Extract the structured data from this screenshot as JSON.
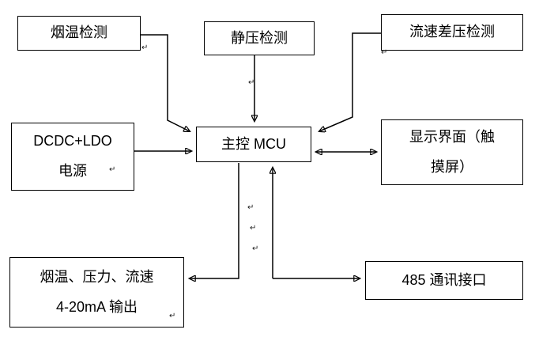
{
  "diagram": {
    "title": "MCU block diagram",
    "colors": {
      "stroke": "#000000",
      "background": "#ffffff",
      "text": "#000000"
    },
    "nodes": {
      "smoke_temp": {
        "label": "烟温检测"
      },
      "static_pressure": {
        "label": "静压检测"
      },
      "flow_diff_pressure": {
        "label": "流速差压检测"
      },
      "power": {
        "label": "DCDC+LDO\n电源"
      },
      "mcu": {
        "label": "主控 MCU"
      },
      "display": {
        "label": "显示界面（触\n摸屏）"
      },
      "analog_output": {
        "label": "烟温、压力、流速\n4-20mA 输出"
      },
      "rs485": {
        "label": "485 通讯接口"
      }
    },
    "edges": [
      {
        "from": "smoke_temp",
        "to": "mcu",
        "direction": "one-way"
      },
      {
        "from": "static_pressure",
        "to": "mcu",
        "direction": "one-way"
      },
      {
        "from": "flow_diff_pressure",
        "to": "mcu",
        "direction": "one-way"
      },
      {
        "from": "power",
        "to": "mcu",
        "direction": "one-way"
      },
      {
        "from": "mcu",
        "to": "display",
        "direction": "two-way"
      },
      {
        "from": "mcu",
        "to": "analog_output",
        "direction": "one-way"
      },
      {
        "from": "mcu",
        "to": "rs485",
        "direction": "two-way"
      }
    ],
    "marks": {
      "paragraph_glyph": "↵"
    }
  }
}
